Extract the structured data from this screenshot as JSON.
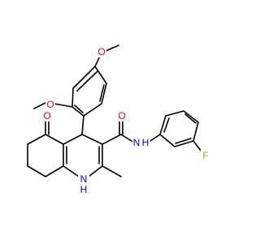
{
  "structure": {
    "atoms": {
      "o_methoxy_top": "O",
      "o_methoxy_left": "O",
      "o_ketone": "O",
      "o_amide": "O",
      "n_amide": "N",
      "h_amide": "H",
      "f_fluoro": "F",
      "n_ring": "N",
      "h_ring": "H"
    }
  },
  "colors": {
    "bond": "#000000",
    "oxygen": "#ff0000",
    "nitrogen": "#0000ff",
    "fluorine": "#8fb000",
    "text": "#000000"
  }
}
